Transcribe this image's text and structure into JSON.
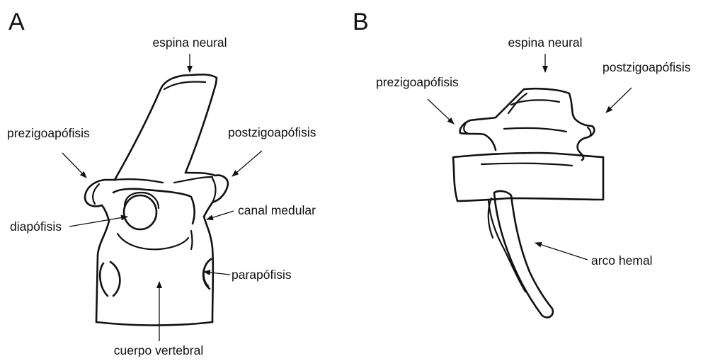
{
  "panels": [
    {
      "letter": "A",
      "labels": {
        "espina_neural": "espina neural",
        "prezigoapofisis": "prezigoapófisis",
        "postzigoapofisis": "postzigoapófisis",
        "diapofisis": "diapófisis",
        "canal_medular": "canal medular",
        "parapofisis": "parapófisis",
        "cuerpo_vertebral": "cuerpo vertebral"
      }
    },
    {
      "letter": "B",
      "labels": {
        "espina_neural": "espina neural",
        "prezigoapofisis": "prezigoapófisis",
        "postzigoapofisis": "postzigoapófisis",
        "arco_hemal": "arco hemal"
      }
    }
  ]
}
